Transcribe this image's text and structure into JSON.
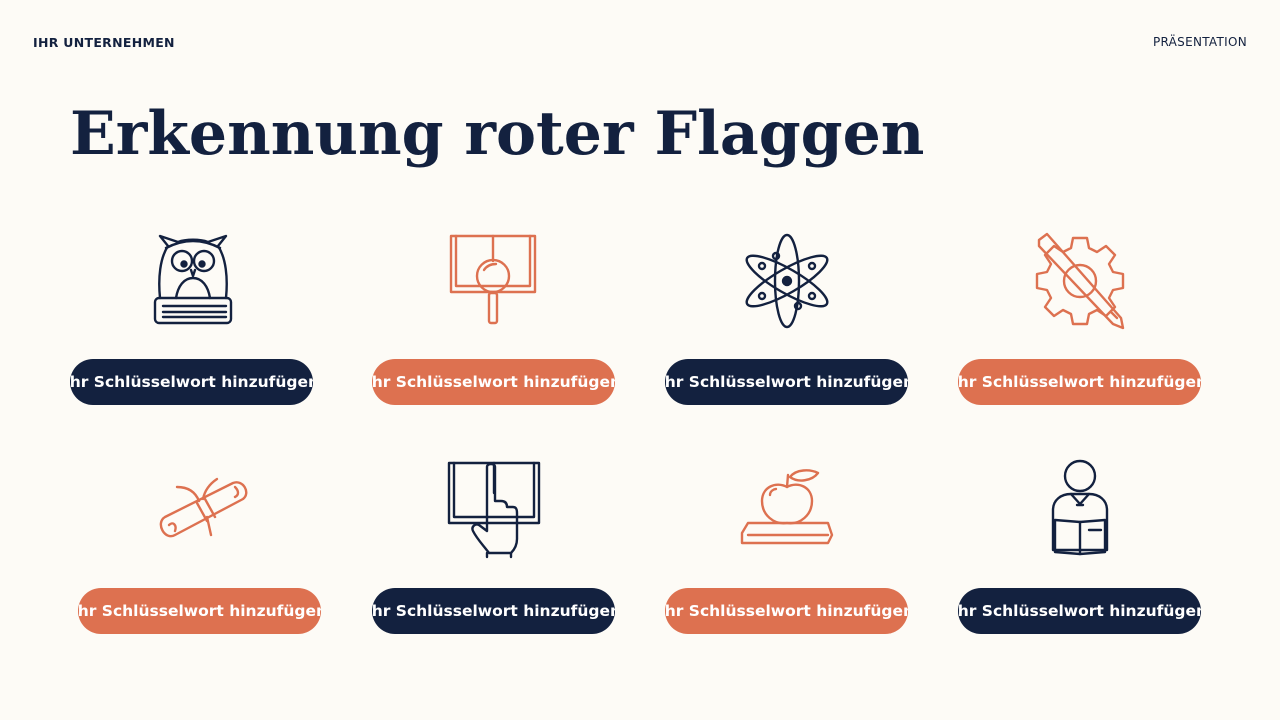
{
  "header": {
    "company": "IHR UNTERNEHMEN",
    "section": "PRÄSENTATION"
  },
  "slide": {
    "title": "Erkennung roter Flaggen"
  },
  "colors": {
    "navy": "#13213f",
    "orange": "#dd7150",
    "background": "#fdfbf6"
  },
  "items": [
    {
      "icon": "owl-on-books-icon",
      "color": "navy",
      "label": "Ihr Schlüsselwort hinzufügen"
    },
    {
      "icon": "book-magnifier-icon",
      "color": "orange",
      "label": "Ihr Schlüsselwort hinzufügen"
    },
    {
      "icon": "atom-icon",
      "color": "navy",
      "label": "Ihr Schlüsselwort hinzufügen"
    },
    {
      "icon": "gear-pencil-icon",
      "color": "orange",
      "label": "Ihr Schlüsselwort hinzufügen"
    },
    {
      "icon": "diploma-scroll-icon",
      "color": "orange",
      "label": "Ihr Schlüsselwort hinzufügen"
    },
    {
      "icon": "book-pointer-hand-icon",
      "color": "navy",
      "label": "Ihr Schlüsselwort hinzufügen"
    },
    {
      "icon": "apple-on-book-icon",
      "color": "orange",
      "label": "Ihr Schlüsselwort hinzufügen"
    },
    {
      "icon": "reader-person-icon",
      "color": "navy",
      "label": "Ihr Schlüsselwort hinzufügen"
    }
  ]
}
